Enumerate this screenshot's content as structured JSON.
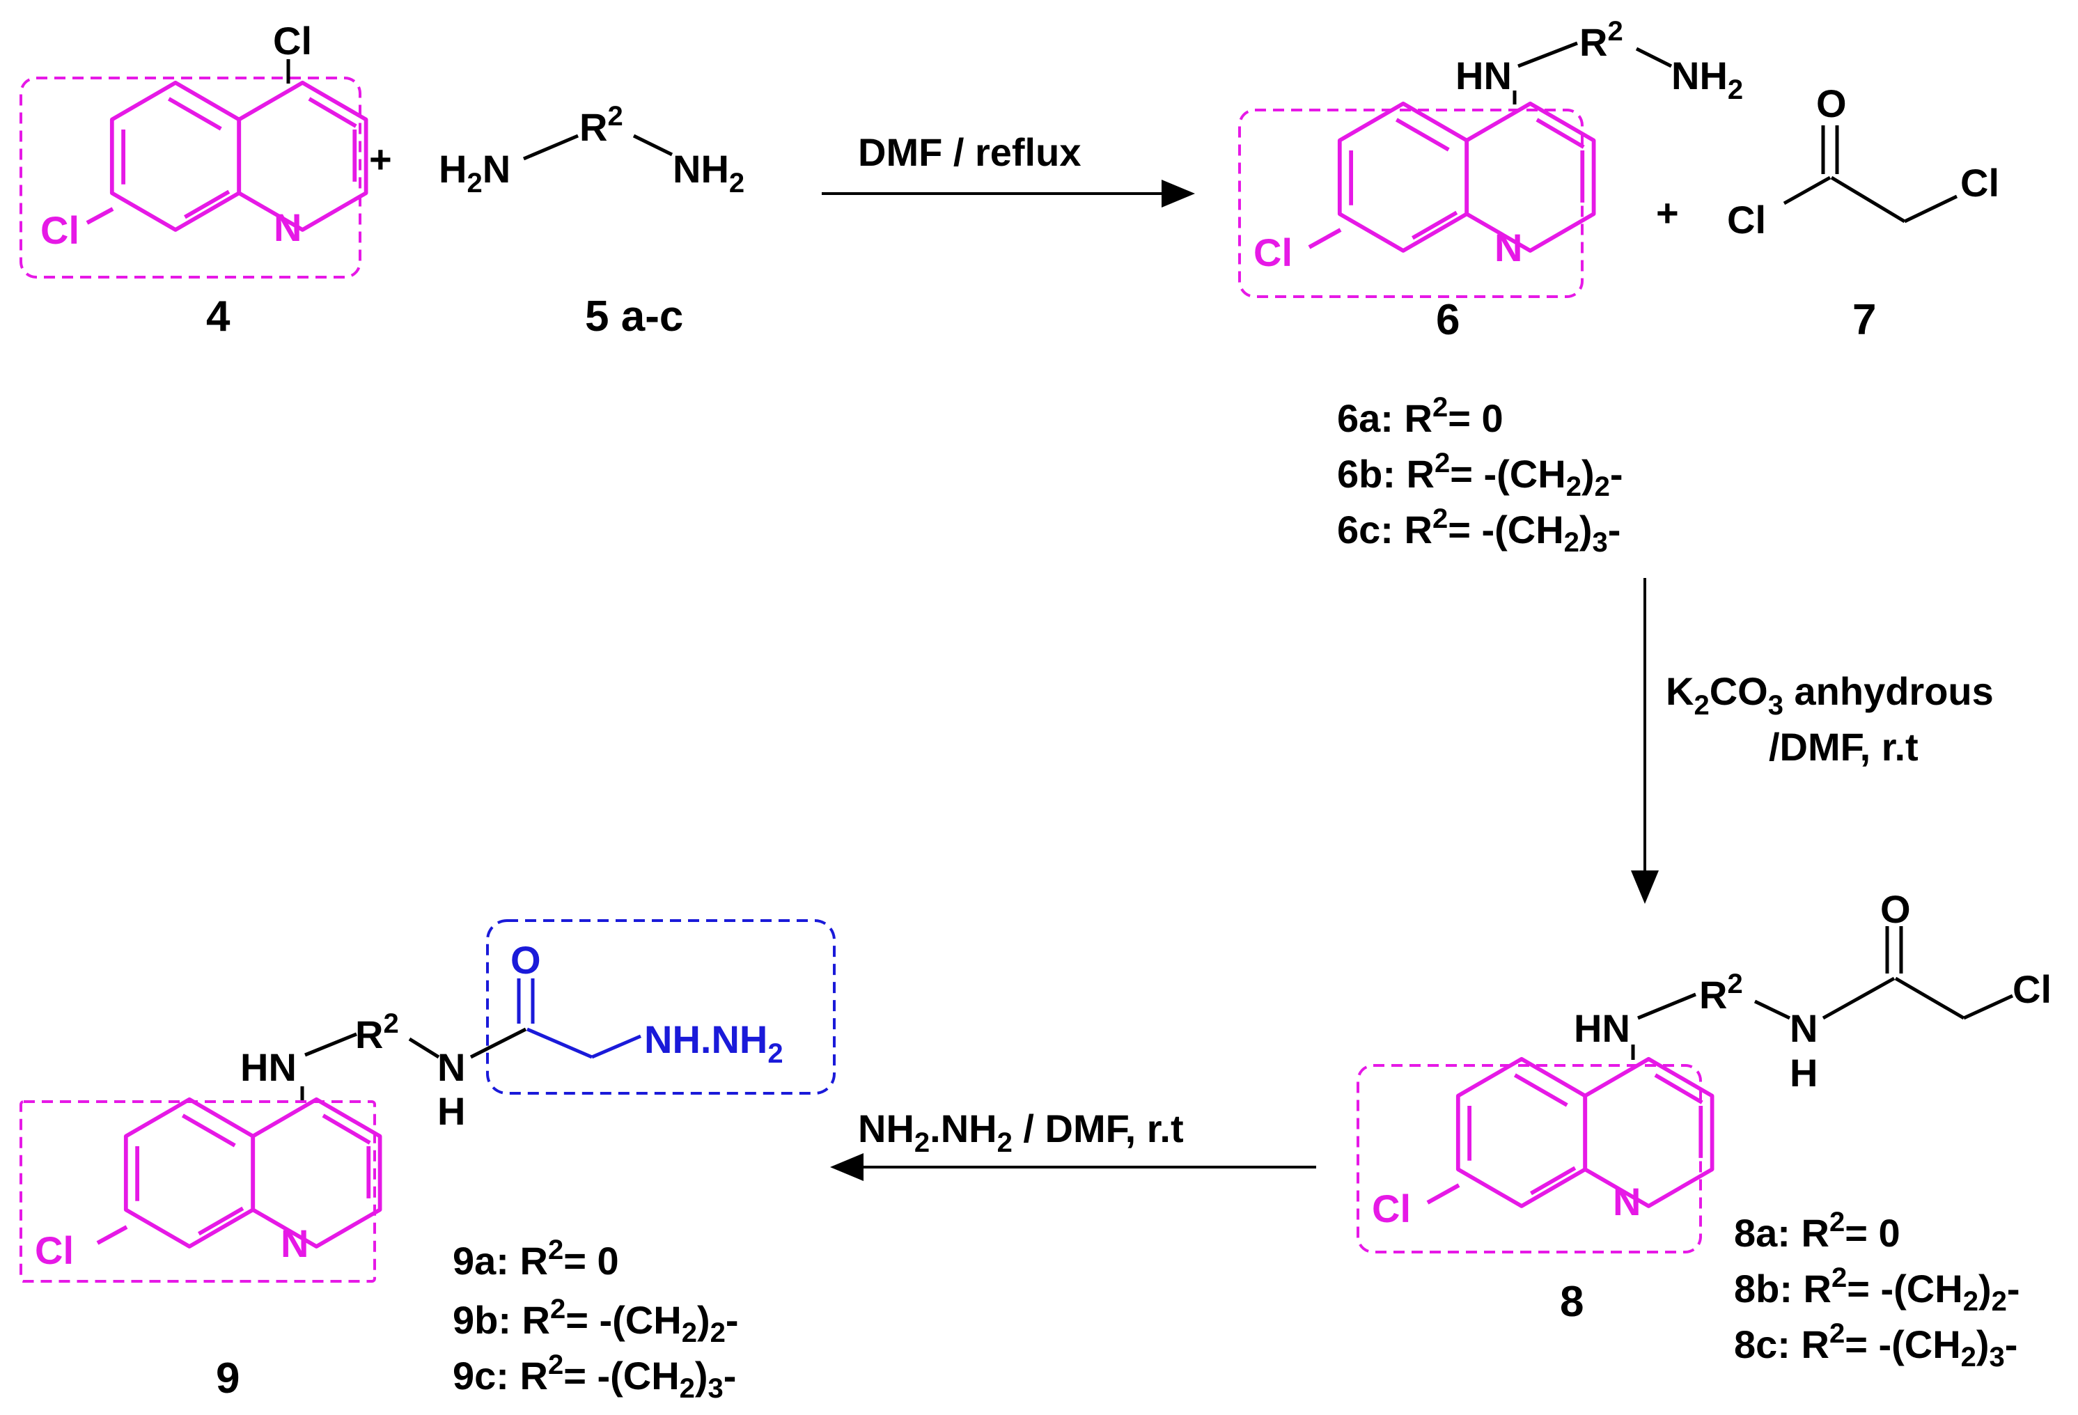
{
  "colors": {
    "quinoline": "#e619e6",
    "hydrazide": "#1a1ad9",
    "bond": "#000000",
    "box_quinoline": "#e619e6",
    "box_hydrazide": "#1a1ad9"
  },
  "atoms": {
    "cl": "Cl",
    "n": "N",
    "hn": "HN",
    "h": "H",
    "o": "O",
    "r": "R",
    "sup2": "2",
    "h2n": "H",
    "h2n_n": "N",
    "nh": "NH",
    "sub2": "2",
    "sub3": "3",
    "nhnh": "NH.NH"
  },
  "plus": "+",
  "compounds": {
    "c4": "4",
    "c5": "5 a-c",
    "c6": "6",
    "c7": "7",
    "c8": "8",
    "c9": "9"
  },
  "conditions": {
    "step1": "DMF / reflux",
    "step2_line1_a": "K",
    "step2_line1_b": "CO",
    "step2_line1_c": " anhydrous",
    "step2_line2": "/DMF,  r.t",
    "step3_a": "NH",
    "step3_b": ".NH",
    "step3_c": "  / DMF,  r.t"
  },
  "variants": {
    "v6": [
      {
        "id": "6a",
        "prefix": "6a: R",
        "suffix": "= 0",
        "sub": ""
      },
      {
        "id": "6b",
        "prefix": "6b: R",
        "suffix": "= -(CH",
        "sub": "2",
        "tail": ")",
        "tsub": "2",
        "end": "-"
      },
      {
        "id": "6c",
        "prefix": "6c: R",
        "suffix": "= -(CH",
        "sub": "2",
        "tail": ")",
        "tsub": "3",
        "end": "-"
      }
    ],
    "v8": [
      {
        "id": "8a",
        "prefix": "8a: R",
        "suffix": "= 0"
      },
      {
        "id": "8b",
        "prefix": "8b: R",
        "suffix": "= -(CH",
        "sub": "2",
        "tail": ")",
        "tsub": "2",
        "end": "-"
      },
      {
        "id": "8c",
        "prefix": "8c: R",
        "suffix": "= -(CH",
        "sub": "2",
        "tail": ")",
        "tsub": "3",
        "end": "-"
      }
    ],
    "v9": [
      {
        "id": "9a",
        "prefix": "9a: R",
        "suffix": "= 0"
      },
      {
        "id": "9b",
        "prefix": "9b: R",
        "suffix": "= -(CH",
        "sub": "2",
        "tail": ")",
        "tsub": "2",
        "end": "-"
      },
      {
        "id": "9c",
        "prefix": "9c: R",
        "suffix": "= -(CH",
        "sub": "2",
        "tail": ")",
        "tsub": "3",
        "end": "-"
      }
    ]
  }
}
